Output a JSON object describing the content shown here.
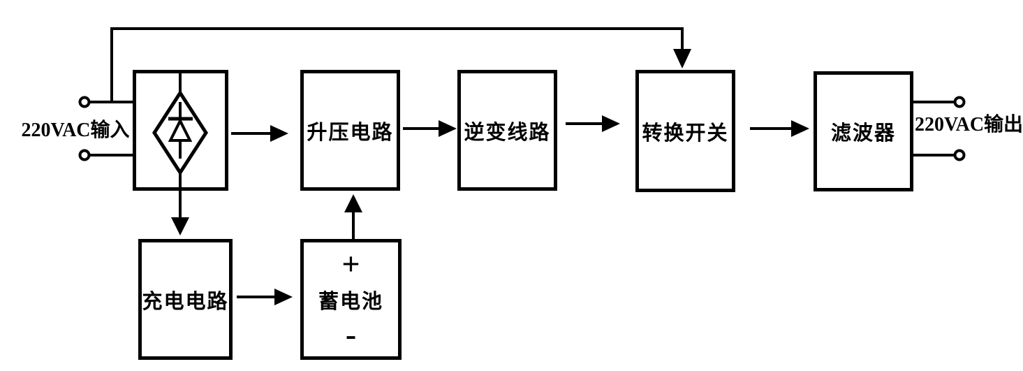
{
  "diagram": {
    "type": "block-diagram",
    "subject": "UPS power supply system",
    "colors": {
      "background": "#ffffff",
      "line": "#000000",
      "text": "#000000"
    },
    "input_label": "220VAC输入",
    "output_label": "220VAC输出",
    "blocks": {
      "rectifier": {
        "symbol": "bridge-rectifier-diode"
      },
      "boost": {
        "label": "升压电路"
      },
      "inverter": {
        "label": "逆变线路"
      },
      "transfer_switch": {
        "label": "转换开关"
      },
      "filter": {
        "label": "滤波器"
      },
      "charger": {
        "label": "充电电路"
      },
      "battery": {
        "label": "蓄电池",
        "plus": "+",
        "minus": "-"
      }
    },
    "connections": [
      {
        "from": "ac-input",
        "to": "rectifier"
      },
      {
        "from": "ac-input",
        "to": "transfer_switch",
        "via": "top-bypass-line"
      },
      {
        "from": "rectifier",
        "to": "boost"
      },
      {
        "from": "boost",
        "to": "inverter"
      },
      {
        "from": "inverter",
        "to": "transfer_switch"
      },
      {
        "from": "transfer_switch",
        "to": "filter"
      },
      {
        "from": "filter",
        "to": "ac-output"
      },
      {
        "from": "rectifier",
        "to": "charger"
      },
      {
        "from": "charger",
        "to": "battery"
      },
      {
        "from": "battery",
        "to": "boost"
      }
    ]
  }
}
